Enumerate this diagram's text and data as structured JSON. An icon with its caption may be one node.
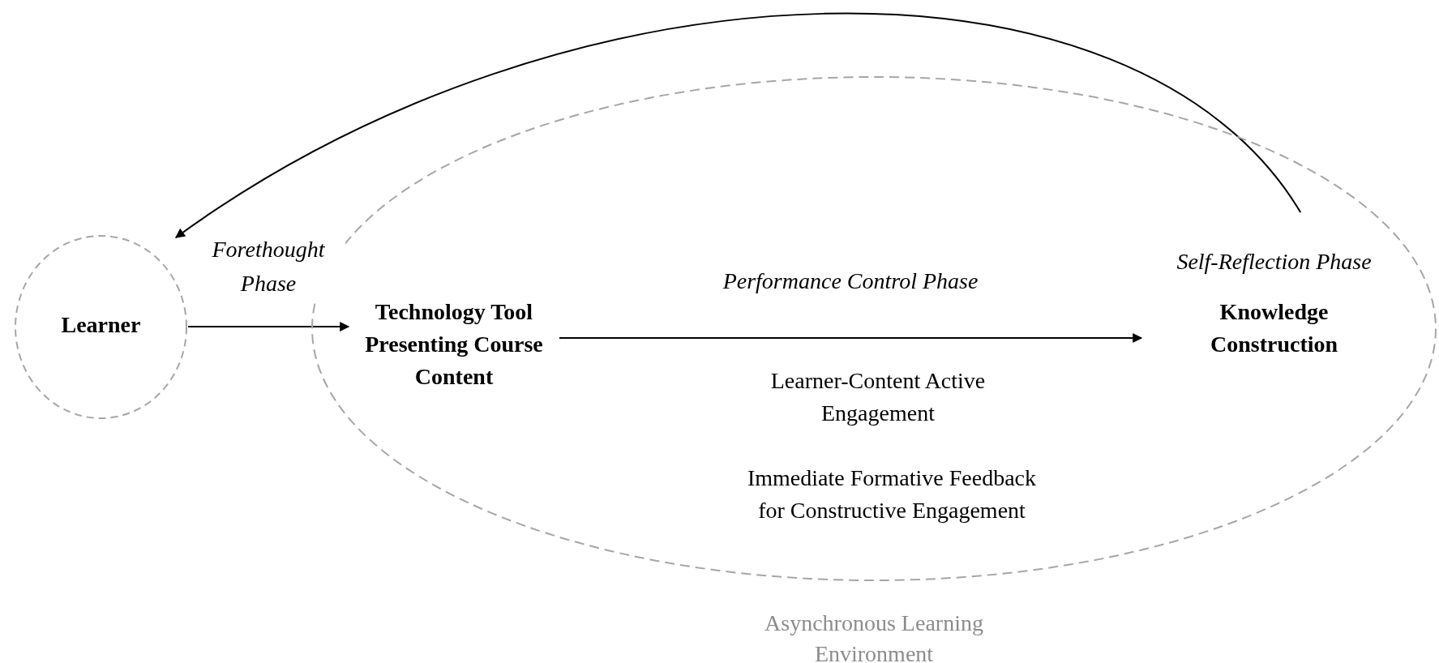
{
  "diagram": {
    "nodes": [
      {
        "text": [
          "Learner"
        ]
      },
      {
        "text": [
          "Asynchronous Learning Environment"
        ]
      },
      {
        "text": [
          "Technology Tool Presenting Course Content"
        ],
        "in": 1
      },
      {
        "text": [
          "Knowledge Construction"
        ],
        "in": 1,
        "beside": [
          "Self-Reflection Phase"
        ]
      }
    ],
    "edges": [
      {
        "from": 0,
        "to": 2,
        "arrow": "to",
        "label": "Forethought Phase"
      },
      {
        "from": 2,
        "to": 3,
        "arrow": "to",
        "label": "Performance Control Phase"
      },
      {
        "from": 3,
        "to": 0,
        "arrow": "to"
      }
    ],
    "labels": [
      "Learner-Content Active Engagement",
      "Immediate Formative Feedback for Constructive Engagement"
    ]
  }
}
